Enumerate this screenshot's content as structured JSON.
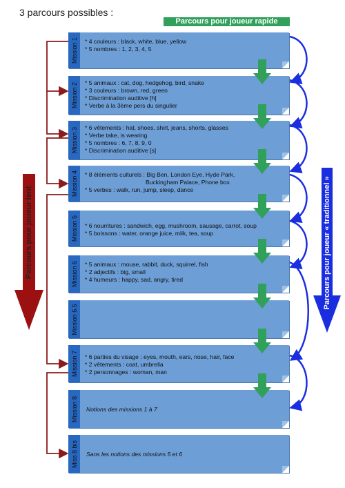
{
  "title": "3 parcours possibles :",
  "rapid_label": "Parcours pour joueur rapide",
  "slow_label": "Parcours pour joueur lent",
  "traditional_label": "Parcours pour joueur « traditionnel »",
  "colors": {
    "rapid": "#31a05b",
    "slow": "#8b1a1a",
    "traditional": "#1a2ee0",
    "mission": "#6d9ed6",
    "tab": "#2868c0"
  },
  "missions": [
    {
      "tab": "Mission 1",
      "lines": [
        "* 4 couleurs : black, white, blue, yellow",
        "* 5 nombres : 1, 2, 3, 4, 5"
      ]
    },
    {
      "tab": "Mission 2",
      "lines": [
        "* 5 animaux : cat, dog, hedgehog, bird, snake",
        "* 3 couleurs : brown, red, green",
        "* Discrimination auditive [h]",
        "* Verbe à la 3ème pers du singulier"
      ]
    },
    {
      "tab": "Mission 3",
      "lines": [
        "* 6 vêtements : hat, shoes, shirt, jeans, shorts, glasses",
        "* Verbe take, is wearing",
        "* 5 nombres : 6, 7, 8, 9, 0",
        "* Discrimination auditive [s]"
      ]
    },
    {
      "tab": "Mission 4",
      "lines": [
        "* 8 éléments culturels : Big Ben, London Eye, Hyde Park,",
        "Buckingham Palace, Phone box",
        "* 5 verbes : walk, run, jump, sleep, dance"
      ]
    },
    {
      "tab": "Mission 5",
      "lines": [
        "* 6 nourritures : sandwich, egg, mushroom, sausage, carrot, soup",
        "* 5 boissons : water, orange juice, milk, tea, soup"
      ]
    },
    {
      "tab": "Mission 6",
      "lines": [
        "* 5 animaux : mouse, rabbit, duck, squirrel, fish",
        "* 2 adjectifs : big, small",
        "* 4 humeurs : happy, sad, angry, tired"
      ]
    },
    {
      "tab": "Mission 6.5",
      "lines": []
    },
    {
      "tab": "Mission 7",
      "lines": [
        "* 6 parties du visage : eyes, mouth, ears, nose, hair, face",
        "* 2 vêtements : coat, umbrella",
        "* 2 personnages : woman, man"
      ]
    },
    {
      "tab": "Mission 8",
      "note": "Notions des missions 1 à 7"
    },
    {
      "tab": "Miss 8 bis",
      "note": "Sans les notions des missions 5 et 6"
    }
  ]
}
